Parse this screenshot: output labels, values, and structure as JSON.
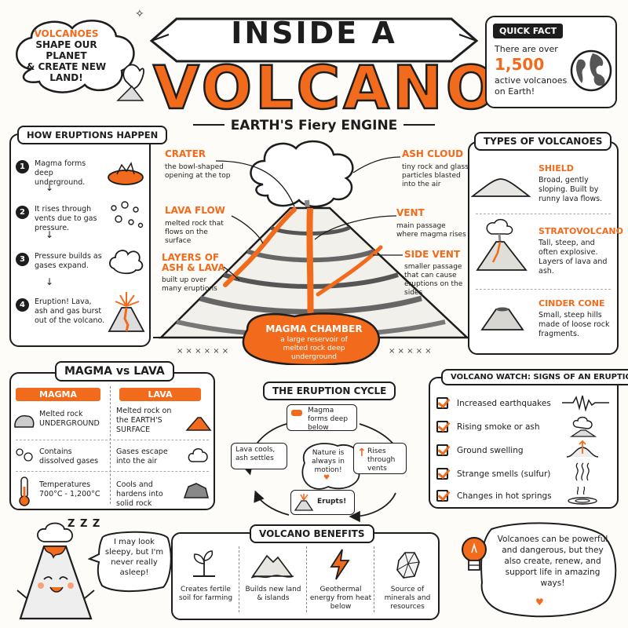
{
  "colors": {
    "accent": "#f26a1b",
    "ink": "#1d1d1d",
    "paper": "#fdfcf8"
  },
  "header": {
    "title_top": "INSIDE A",
    "title_main": "VOLCANO",
    "subtitle": "EARTH'S Fiery ENGINE"
  },
  "cloud_note": {
    "highlight": "VOLCANOES",
    "text_lines": [
      "SHAPE OUR PLANET",
      "& CREATE NEW",
      "LAND!"
    ]
  },
  "quick_fact": {
    "label": "QUICK FACT",
    "line1": "There are over",
    "number": "1,500",
    "line2": "active volcanoes",
    "line3": "on Earth!"
  },
  "how_eruptions": {
    "title": "HOW ERUPTIONS HAPPEN",
    "steps": [
      {
        "num": "1",
        "text": "Magma forms deep underground."
      },
      {
        "num": "2",
        "text": "It rises through vents due to gas pressure."
      },
      {
        "num": "3",
        "text": "Pressure builds as gases expand."
      },
      {
        "num": "4",
        "text": "Eruption! Lava, ash and gas burst out of the volcano."
      }
    ]
  },
  "diagram_labels": {
    "crater": {
      "title": "CRATER",
      "desc": "the bowl-shaped opening at the top"
    },
    "lava_flow": {
      "title": "LAVA FLOW",
      "desc": "melted rock that flows on the surface"
    },
    "layers": {
      "title": "LAYERS OF ASH & LAVA",
      "desc": "built up over many eruptions"
    },
    "ash_cloud": {
      "title": "ASH CLOUD",
      "desc": "tiny rock and glass particles blasted into the air"
    },
    "vent": {
      "title": "VENT",
      "desc": "main passage where magma rises"
    },
    "side_vent": {
      "title": "SIDE VENT",
      "desc": "smaller passage that can cause eruptions on the sides"
    },
    "magma_chamber": {
      "title": "MAGMA CHAMBER",
      "desc": "a large reservoir of melted rock deep underground"
    }
  },
  "types": {
    "title": "TYPES OF VOLCANOES",
    "items": [
      {
        "name": "SHIELD",
        "desc": "Broad, gently sloping. Built by runny lava flows."
      },
      {
        "name": "STRATOVOLCANO",
        "desc": "Tall, steep, and often explosive. Layers of lava and ash."
      },
      {
        "name": "CINDER CONE",
        "desc": "Small, steep hills made of loose rock fragments."
      }
    ]
  },
  "magma_lava": {
    "title": "MAGMA vs LAVA",
    "col1": "MAGMA",
    "col2": "LAVA",
    "rows": [
      {
        "magma": "Melted rock UNDERGROUND",
        "lava": "Melted rock on the EARTH'S SURFACE"
      },
      {
        "magma": "Contains dissolved gases",
        "lava": "Gases escape into the air"
      },
      {
        "magma": "Temperatures 700°C - 1,200°C",
        "lava": "Cools and hardens into solid rock"
      }
    ]
  },
  "cycle": {
    "title": "THE ERUPTION CYCLE",
    "center": "Nature is always in motion!",
    "steps": [
      "Magma forms deep below",
      "Rises through vents",
      "Erupts!",
      "Lava cools, ash settles"
    ]
  },
  "watch": {
    "title": "VOLCANO WATCH: SIGNS OF AN ERUPTION",
    "items": [
      "Increased earthquakes",
      "Rising smoke or ash",
      "Ground swelling",
      "Strange smells (sulfur)",
      "Changes in hot springs"
    ]
  },
  "mascot": {
    "zzz": "Z Z Z",
    "speech": "I may look sleepy, but I'm never really asleep!"
  },
  "benefits": {
    "title": "VOLCANO BENEFITS",
    "items": [
      "Creates fertile soil for farming",
      "Builds new land & islands",
      "Geothermal energy from heat below",
      "Source of minerals and resources"
    ]
  },
  "closing": {
    "text": "Volcanoes can be powerful and dangerous, but they also create, renew, and support life in amazing ways!"
  }
}
